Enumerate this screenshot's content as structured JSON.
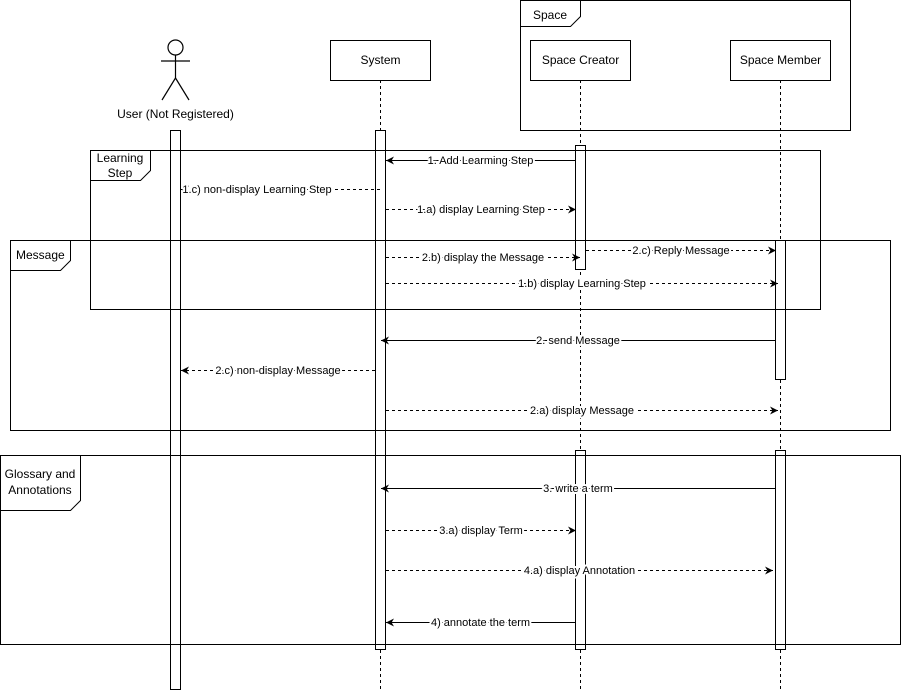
{
  "participants": {
    "user": "User (Not Registered)",
    "system": "System",
    "space_creator": "Space Creator",
    "space_member": "Space Member"
  },
  "space_frame": {
    "label": "Space"
  },
  "fragments": {
    "learning_step": [
      "Learning",
      "Step"
    ],
    "message": "Message",
    "glossary": [
      "Glossary and",
      "Annotations"
    ]
  },
  "messages": [
    {
      "label": "1. Add Learming Step",
      "from": "space_creator",
      "to": "system",
      "style": "solid"
    },
    {
      "label": "1.c) non-display Learning Step",
      "from": "system",
      "to": "user",
      "style": "dashed"
    },
    {
      "label": "1.a) display Learning Step",
      "from": "system",
      "to": "space_creator",
      "style": "dashed"
    },
    {
      "label": "2.c) Reply Message",
      "from": "space_creator",
      "to": "space_member",
      "style": "dashed"
    },
    {
      "label": "2.b) display the Message",
      "from": "system",
      "to": "space_creator",
      "style": "dashed"
    },
    {
      "label": "1.b) display Learning Step",
      "from": "system",
      "to": "space_member",
      "style": "dashed"
    },
    {
      "label": "2. send Message",
      "from": "space_member",
      "to": "system",
      "style": "solid"
    },
    {
      "label": "2.c) non-display Message",
      "from": "system",
      "to": "user",
      "style": "dashed"
    },
    {
      "label": "2.a) display Message",
      "from": "system",
      "to": "space_member",
      "style": "dashed"
    },
    {
      "label": "3. write a term",
      "from": "space_member",
      "to": "system",
      "style": "solid"
    },
    {
      "label": "3.a) display Term",
      "from": "system",
      "to": "space_creator",
      "style": "dashed"
    },
    {
      "label": "4.a) display Annotation",
      "from": "system",
      "to": "space_member",
      "style": "dashed"
    },
    {
      "label": "4) annotate the term",
      "from": "space_creator",
      "to": "system",
      "style": "solid"
    }
  ]
}
